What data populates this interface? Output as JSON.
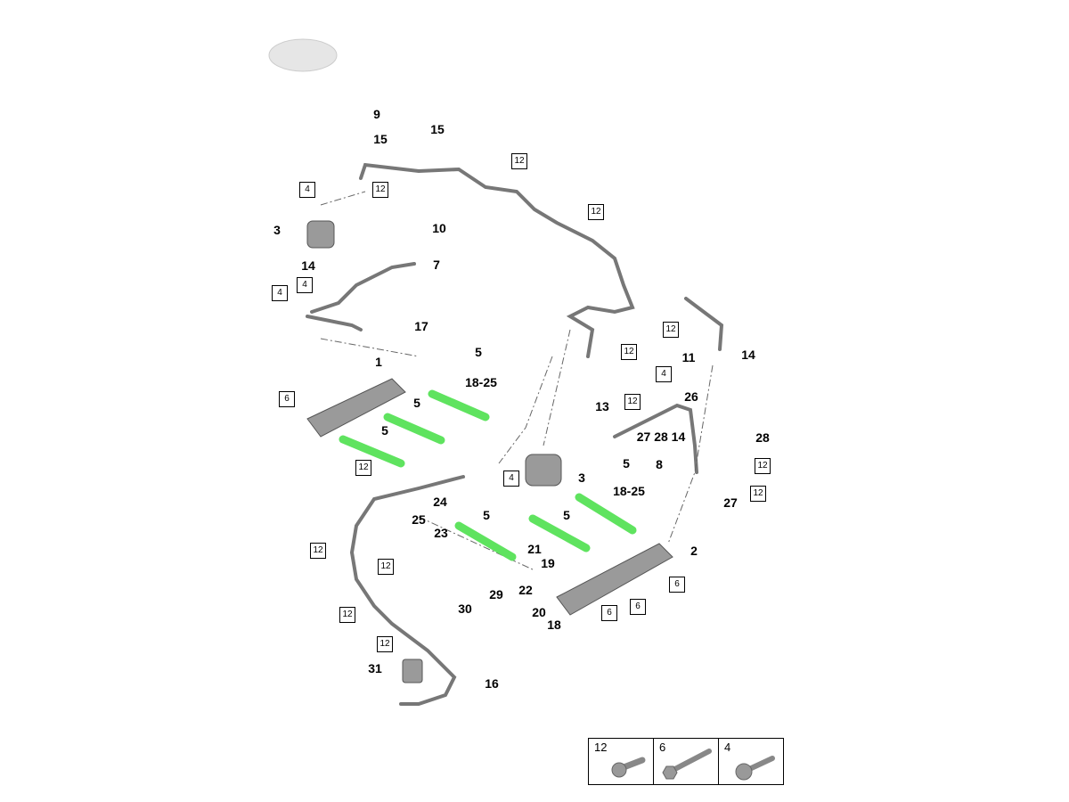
{
  "diagram": {
    "labels": [
      "9",
      "15",
      "15",
      "10",
      "3",
      "14",
      "7",
      "17",
      "1",
      "5",
      "18-25",
      "5",
      "5",
      "11",
      "14",
      "26",
      "13",
      "27 28 14",
      "8",
      "28",
      "3",
      "5",
      "18-25",
      "27",
      "24",
      "25",
      "23",
      "5",
      "5",
      "2",
      "21",
      "19",
      "22",
      "20",
      "18",
      "29",
      "30",
      "31",
      "16"
    ],
    "boxed": [
      "12",
      "4",
      "12",
      "12",
      "4",
      "4",
      "12",
      "12",
      "4",
      "12",
      "6",
      "12",
      "4",
      "12",
      "12",
      "12",
      "12",
      "12",
      "12",
      "6",
      "6",
      "6"
    ]
  },
  "legend": [
    {
      "label": "12"
    },
    {
      "label": "6"
    },
    {
      "label": "4"
    }
  ],
  "colors": {
    "injector": "#5fe35f",
    "part": "#8a8a8a",
    "line": "#555555"
  }
}
